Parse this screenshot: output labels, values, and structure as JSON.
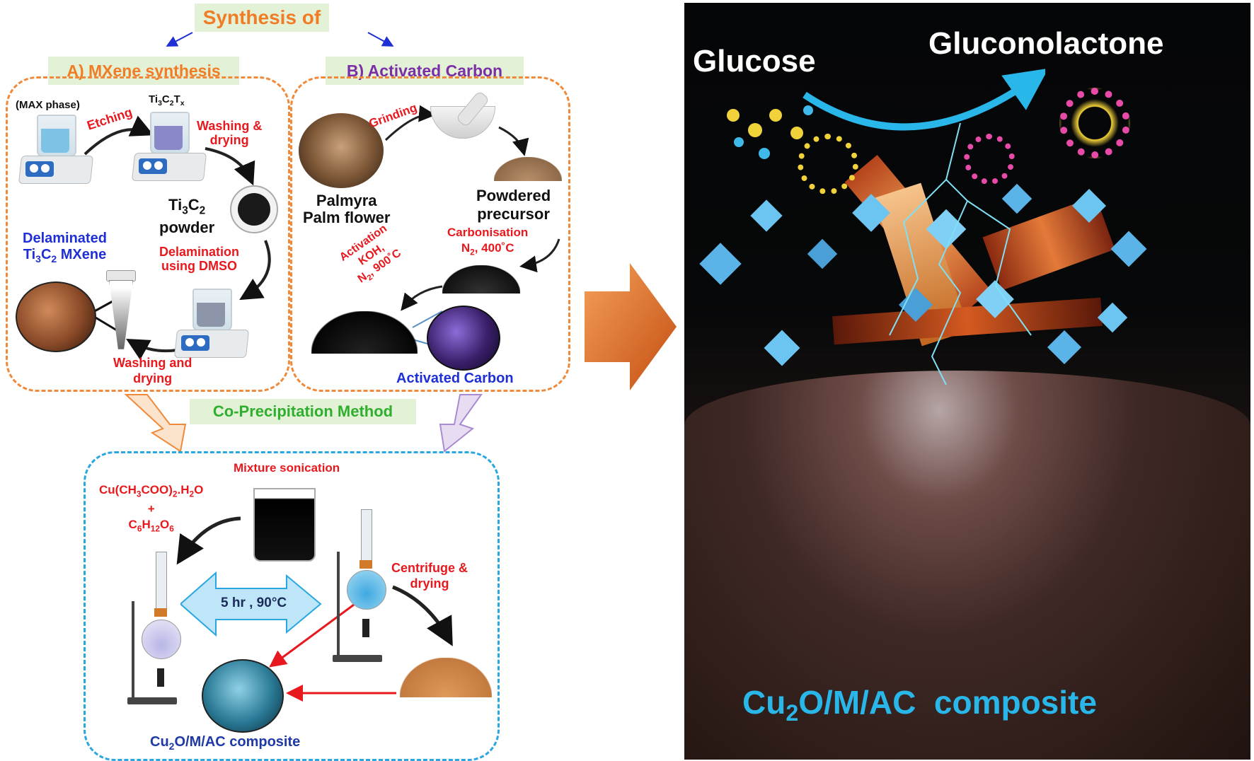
{
  "title": "Synthesis of",
  "panel_a": {
    "header": "A) MXene synthesis",
    "max_phase": "(MAX phase)",
    "etching": "Etching",
    "ti3c2tx": "Ti3C2Tx",
    "washing_drying_1": "Washing &",
    "washing_drying_2": "drying",
    "ti3c2_powder_1": "Ti3C2",
    "ti3c2_powder_2": "powder",
    "delamination_1": "Delamination",
    "delamination_2": "using DMSO",
    "delaminated_1": "Delaminated",
    "delaminated_2": "Ti3C2 MXene",
    "washing_and_drying_1": "Washing and",
    "washing_and_drying_2": "drying"
  },
  "panel_b": {
    "header": "B) Activated Carbon",
    "grinding": "Grinding",
    "palmyra_1": "Palmyra",
    "palmyra_2": "Palm flower",
    "powdered_1": "Powdered",
    "powdered_2": "precursor",
    "carbonisation_1": "Carbonisation",
    "carbonisation_2": "N2, 400°C",
    "activation_1": "Activation",
    "activation_2": "KOH,",
    "activation_3": "N2, 900°C",
    "activated_carbon": "Activated Carbon"
  },
  "co_precip": {
    "header": "Co-Precipitation Method",
    "mixture_sonication": "Mixture sonication",
    "reagent_1": "Cu(CH3COO)2.H2O",
    "reagent_plus": "+",
    "reagent_2": "C6H12O6",
    "condition": "5 hr , 90°C",
    "centrifuge_1": "Centrifuge &",
    "centrifuge_2": "drying",
    "composite": "Cu2O/M/AC composite"
  },
  "right_panel": {
    "glucose": "Glucose",
    "gluconolactone": "Gluconolactone",
    "composite": "Cu2O/M/AC  composite"
  },
  "colors": {
    "orange_text": "#f07c25",
    "purple_text": "#7b2fa6",
    "green_text": "#2fae2f",
    "red_text": "#e8191e",
    "blue_text": "#1f2fd6",
    "cyan_text": "#29b6e8",
    "header_bg": "#e3f1d6",
    "big_arrow": "#e46a1e"
  }
}
